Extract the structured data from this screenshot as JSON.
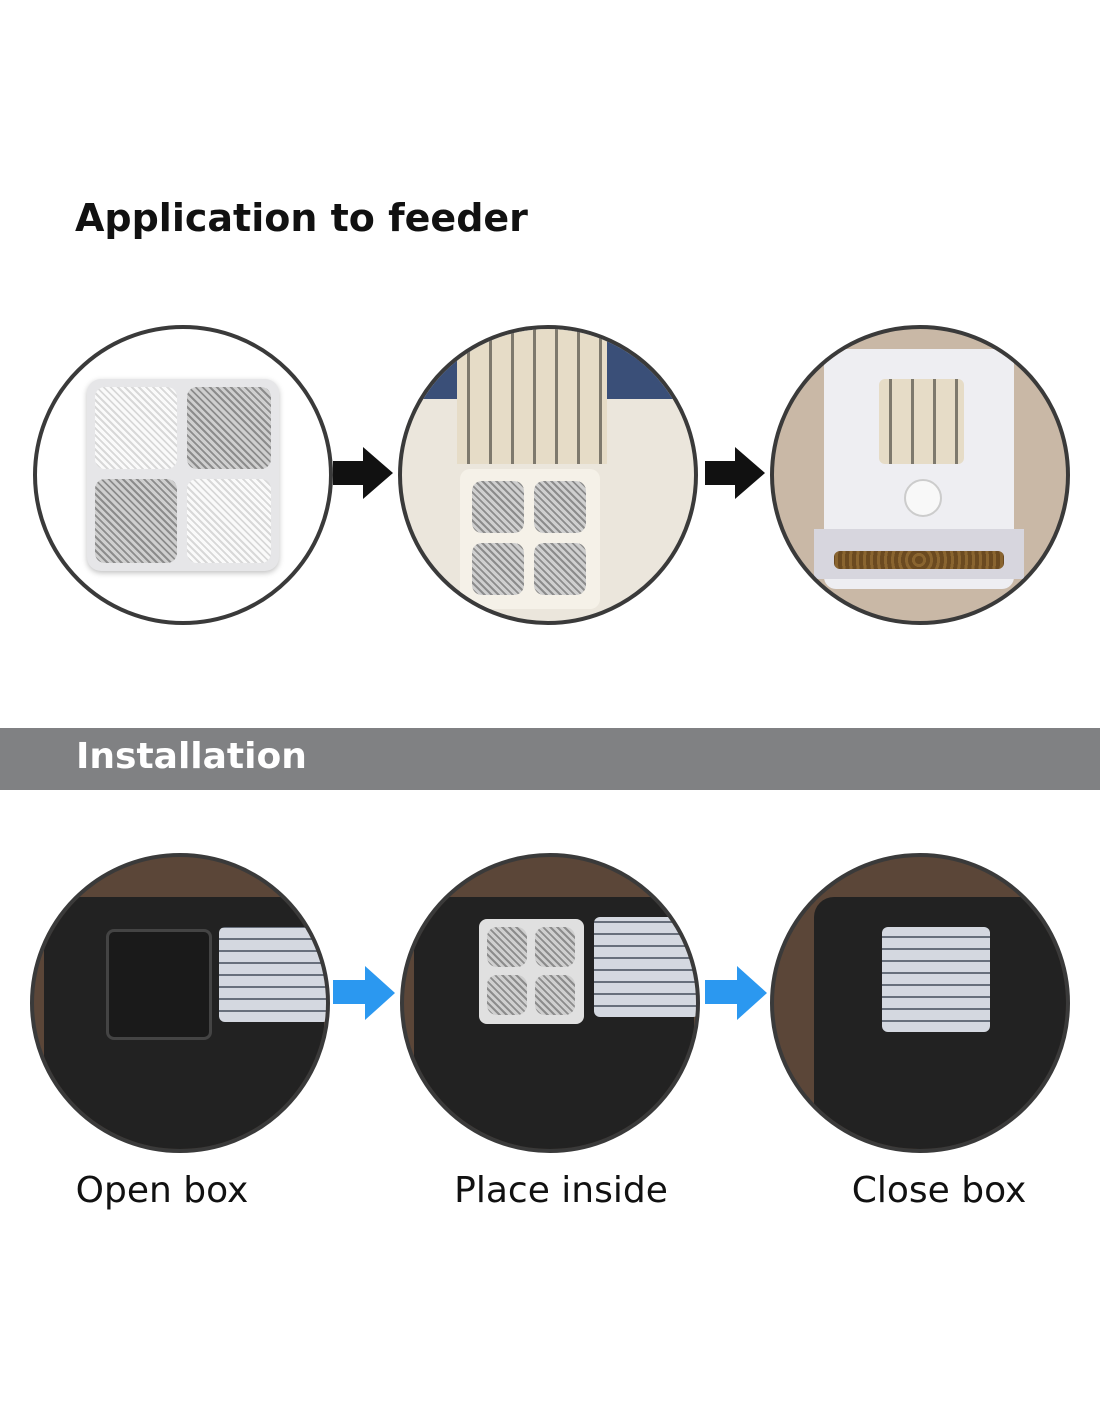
{
  "application": {
    "title": "Application to feeder"
  },
  "installation": {
    "title": "Installation",
    "steps": [
      {
        "label": "Open box"
      },
      {
        "label": "Place inside"
      },
      {
        "label": "Close box"
      }
    ]
  },
  "colors": {
    "band": "#808183",
    "black_arrow": "#111111",
    "blue_arrow": "#2b98f0"
  }
}
